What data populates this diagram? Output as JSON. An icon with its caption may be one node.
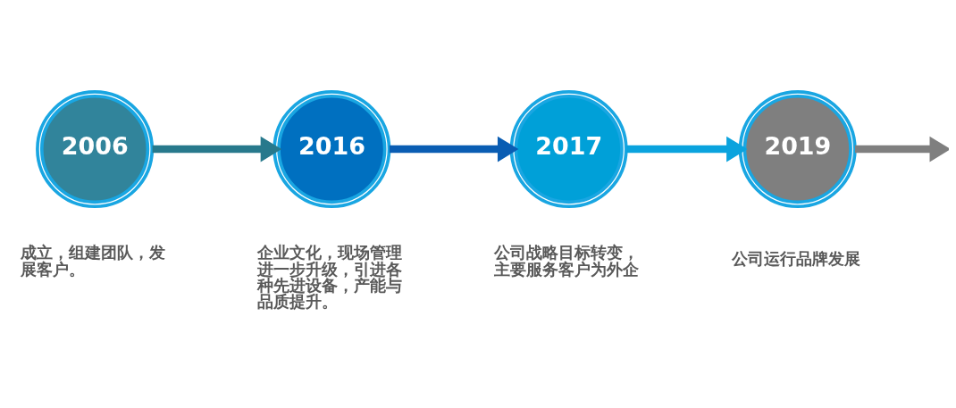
{
  "diagram": {
    "nodes": [
      {
        "text": [
          "2006"
        ],
        "beside": [
          "成立，组建团队，发展客户。"
        ]
      },
      {
        "text": [
          "2016"
        ],
        "beside": [
          "企业文化，现场管理进一步升级，引进各种先进设备，产能与品质提升。"
        ]
      },
      {
        "text": [
          "2017"
        ],
        "beside": [
          "公司战略目标转变，主要服务客户为外企"
        ]
      },
      {
        "text": [
          "2019"
        ],
        "beside": [
          "公司运行品牌发展"
        ]
      }
    ],
    "edges": [
      {
        "from": 0,
        "to": 1,
        "arrow": "to",
        "color": "#27798c"
      },
      {
        "from": 1,
        "to": 2,
        "arrow": "to",
        "color": "#0a5db3"
      },
      {
        "from": 2,
        "to": 3,
        "arrow": "to",
        "color": "#0aa3de"
      },
      {
        "from": 3,
        "to": null,
        "arrow": "to",
        "color": "#7f7f7f"
      }
    ]
  }
}
